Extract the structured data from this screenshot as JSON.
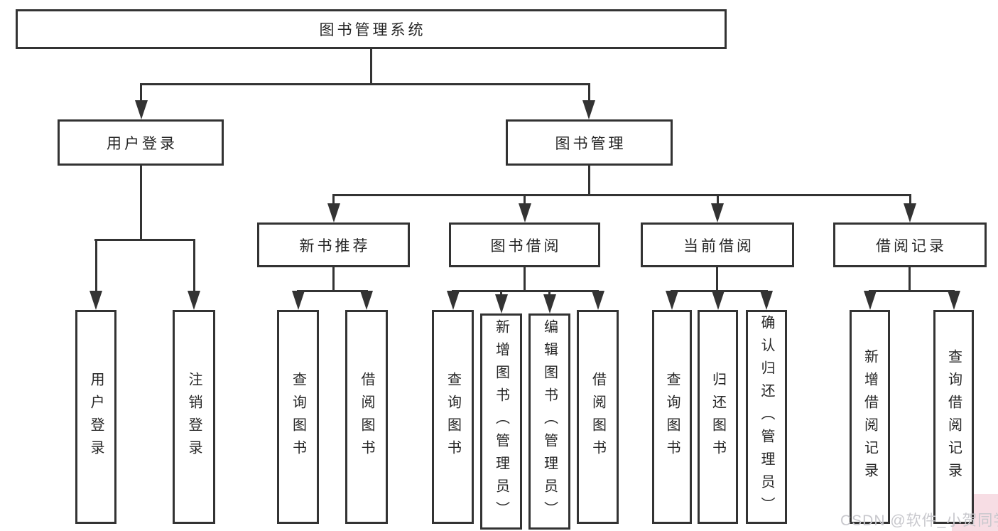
{
  "diagram_title": "图书管理系统",
  "nodes": {
    "root": "图书管理系统",
    "user_login": "用户登录",
    "book_mgmt": "图书管理",
    "new_book": "新书推荐",
    "book_borrow": "图书借阅",
    "current_borrow": "当前借阅",
    "borrow_records": "借阅记录"
  },
  "leaves": {
    "user_login": [
      "用户登录",
      "注销登录"
    ],
    "new_book": [
      "查询图书",
      "借阅图书"
    ],
    "book_borrow": [
      "查询图书",
      "新增图书（管理员）",
      "编辑图书（管理员）",
      "借阅图书"
    ],
    "current_borrow": [
      "查询图书",
      "归还图书",
      "确认归还（管理员）"
    ],
    "borrow_records": [
      "新增借阅记录",
      "查询借阅记录"
    ]
  },
  "watermark": {
    "text": "CSDN @软件_小贺同学"
  },
  "colors": {
    "line": "#333333",
    "text": "#262626",
    "canvas": "#ffffff",
    "watermark": "#c8c8cd",
    "corner-tint": "#f7dde4"
  }
}
